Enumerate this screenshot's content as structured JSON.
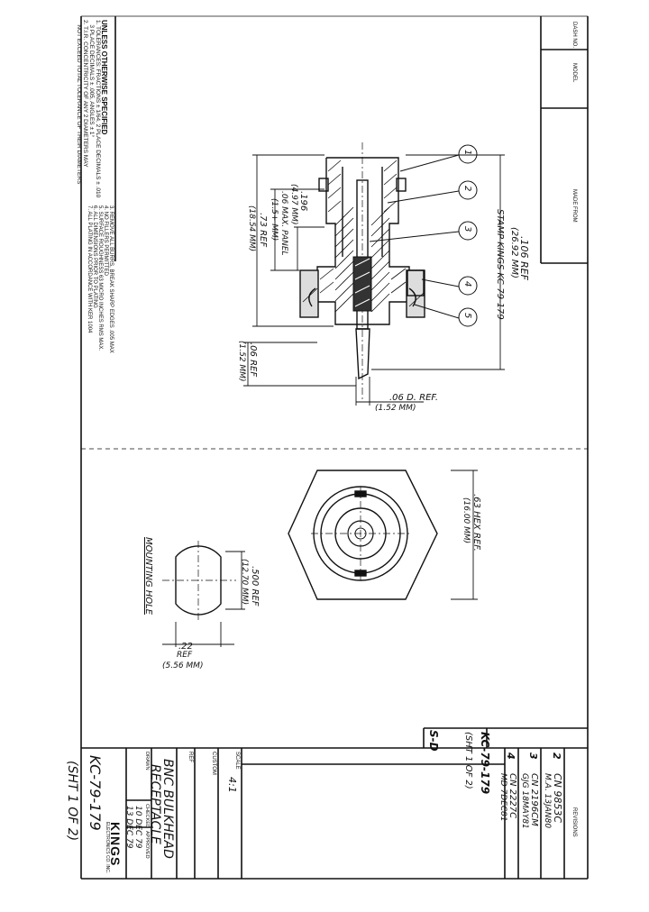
{
  "notes": {
    "heading": "UNLESS OTHERWISE SPECIFIED",
    "left": [
      "1. TOLERANCES: FRACTIONS ± 1/64, 2 PLACE DECIMALS ± .010",
      "   3 PLACE DECIMALS ± .005, ANGLES ± 1°",
      "2. T.I.R. CONCENTRICITY OF ANY 2 DIAMETERS MAY",
      "   NOT EXCEED TOTAL TOLERANCE OF THEIR DIAMETERS"
    ],
    "right": [
      "3. REMOVE ALL BURRS, BREAK SHARP EDGES .005 MAX",
      "4. NO FILLERS PERMITTED",
      "5. SURFACE ROUGHNESS 63 MICRO INCHES RMS MAX.",
      "6. ALL DIMENSIONS PRIOR TO PLATING",
      "7. ALL PLATING IN ACCORDANCE WITH KER 1004"
    ]
  },
  "top_strip": {
    "dash_no": "DASH NO.",
    "model": "MODEL",
    "made_from": "MADE FROM"
  },
  "callouts": [
    "1",
    "2",
    "3",
    "4",
    "5"
  ],
  "section_dims": {
    "overall": ".106 REF",
    "overall_mm": "(26.92 MM)",
    "stamp": "STAMP KINGS KC-79-179",
    "d196": ".196",
    "d196_mm": "(4.97 MM)",
    "panel": ".06 MAX. PANEL",
    "panel_mm": "(1.5+ MM)",
    "ref73": ".73 REF",
    "ref73_mm": "(18.54 MM)",
    "ref06": ".06 REF",
    "ref06_mm": "(1.52 MM)",
    "dref": ".06 D. REF.",
    "dref_mm": "(1.52 MM)"
  },
  "end_view": {
    "hex": ".63 HEX REF.",
    "hex_mm": "(16.00 MM)"
  },
  "mounting": {
    "title": "MOUNTING HOLE",
    "dia": ".500 REF",
    "dia_mm": "(12.70 MM)",
    "flat": ".22",
    "flat_ref": "REF",
    "flat_mm": "(5.56 MM)"
  },
  "title_block": {
    "part_no_box": "KC-79-179",
    "sheet_box": "(SHT 1 OF 2)",
    "size": "S-D",
    "revisions_header": "REVISIONS",
    "revisions": [
      {
        "rev": "2",
        "text": "CN 9853C",
        "by": "M.A. 13JAN80"
      },
      {
        "rev": "3",
        "text": "CN 2196CM",
        "by": "GJG 18MAY81"
      },
      {
        "rev": "4",
        "text": "CN 2227C",
        "by": "MD 7DEC81"
      }
    ],
    "scale_label": "SCALE",
    "scale": "4:1",
    "ref_label": "REF",
    "custom_label": "CUSTOM",
    "title_line1": "BNC BULKHEAD",
    "title_line2": "RECEPTACLE",
    "drawn": "DRAWN",
    "checked": "CHECKED",
    "approved": "APPROVED",
    "date1": "10 DEC 79",
    "date2": "13 DEC 79",
    "company": "KINGS",
    "company_sub": "ELECTRONICS CO. INC.",
    "part_no": "KC-79-179",
    "sheet": "(SHT 1 OF 2)"
  }
}
